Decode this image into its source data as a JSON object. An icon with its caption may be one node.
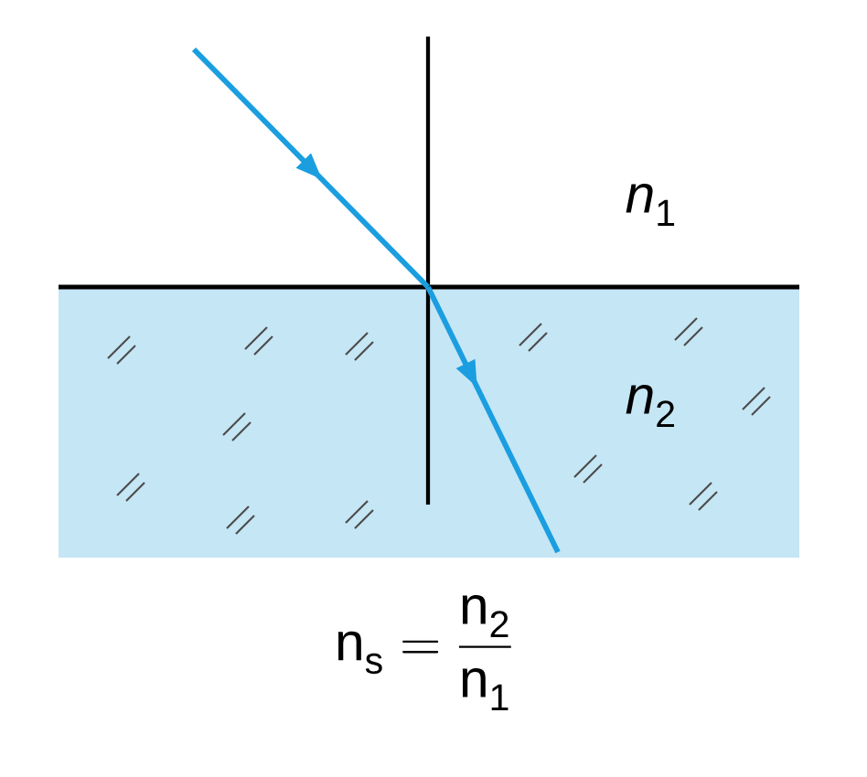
{
  "diagram": {
    "labels": [
      "*n*$_{1}$",
      "*n*$_{2}$",
      "n_s = \\frac{n_2}{n_1}"
    ]
  }
}
